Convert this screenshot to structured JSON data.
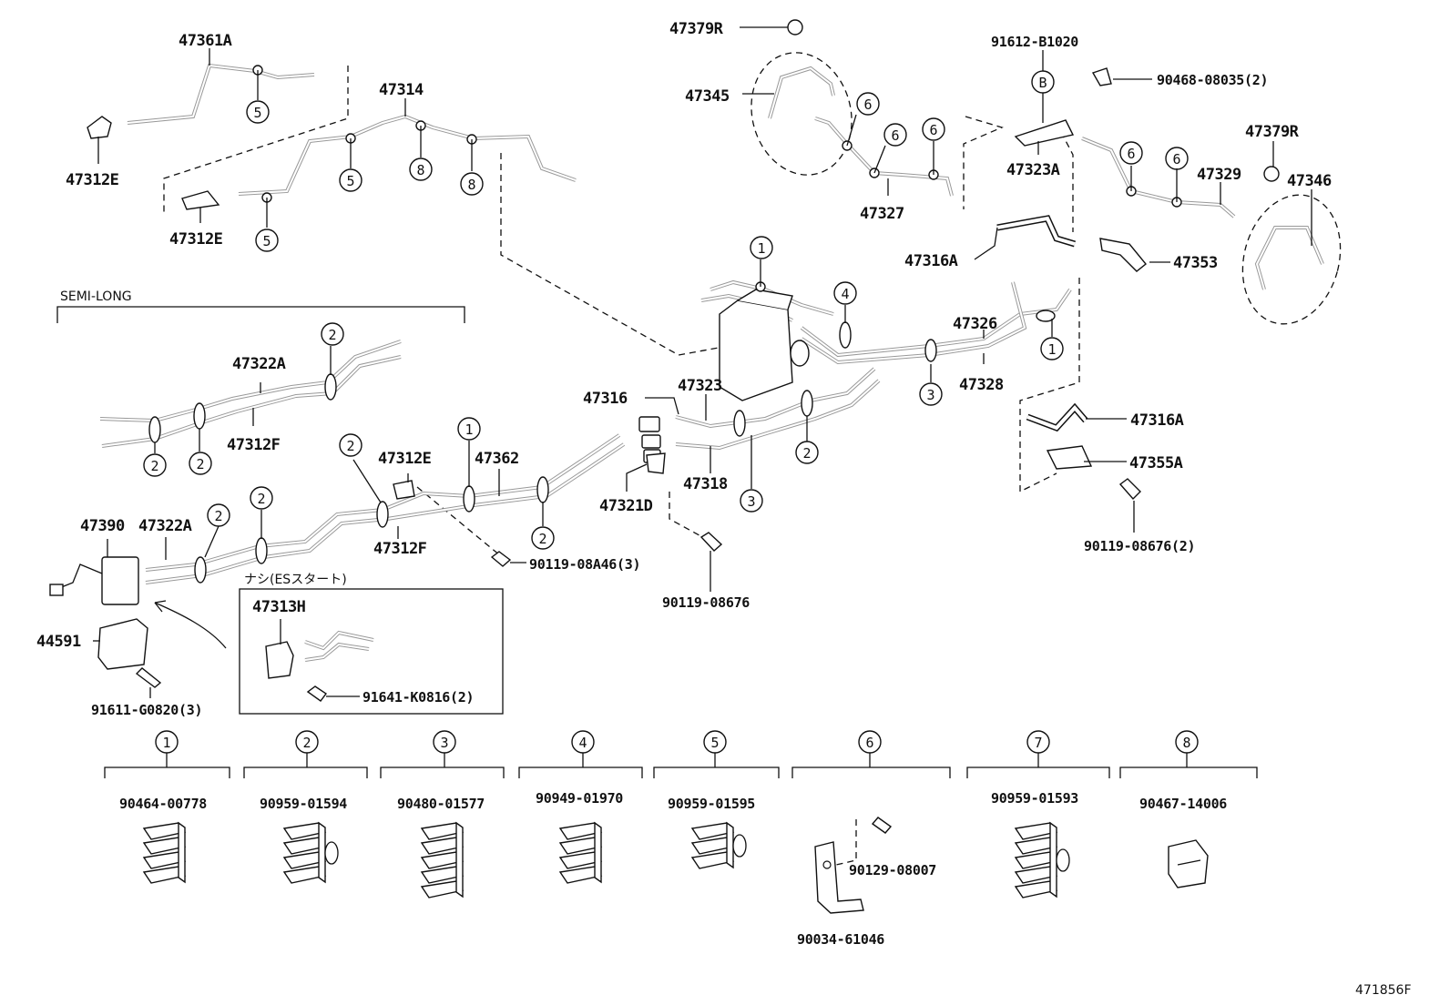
{
  "diagram_id": "471856F",
  "semi_long_label": "SEMI-LONG",
  "note_label": "ナシ(ESスタート)",
  "labels": [
    {
      "id": "l47361A",
      "text": "47361A"
    },
    {
      "id": "l47314",
      "text": "47314"
    },
    {
      "id": "l47312E_a",
      "text": "47312E"
    },
    {
      "id": "l47312E_b",
      "text": "47312E"
    },
    {
      "id": "l47379R_a",
      "text": "47379R"
    },
    {
      "id": "l47345",
      "text": "47345"
    },
    {
      "id": "l47327",
      "text": "47327"
    },
    {
      "id": "l91612",
      "text": "91612-B1020"
    },
    {
      "id": "l90468",
      "text": "90468-08035(2)"
    },
    {
      "id": "l47323A",
      "text": "47323A"
    },
    {
      "id": "l47379R_b",
      "text": "47379R"
    },
    {
      "id": "l47346",
      "text": "47346"
    },
    {
      "id": "l47329",
      "text": "47329"
    },
    {
      "id": "l47316A_a",
      "text": "47316A"
    },
    {
      "id": "l47353",
      "text": "47353"
    },
    {
      "id": "l47326",
      "text": "47326"
    },
    {
      "id": "l47328",
      "text": "47328"
    },
    {
      "id": "l47322A_a",
      "text": "47322A"
    },
    {
      "id": "l47312F_a",
      "text": "47312F"
    },
    {
      "id": "l47316",
      "text": "47316"
    },
    {
      "id": "l47323",
      "text": "47323"
    },
    {
      "id": "l47316A_b",
      "text": "47316A"
    },
    {
      "id": "l47355A",
      "text": "47355A"
    },
    {
      "id": "l47312E_c",
      "text": "47312E"
    },
    {
      "id": "l47362",
      "text": "47362"
    },
    {
      "id": "l47318",
      "text": "47318"
    },
    {
      "id": "l47321D",
      "text": "47321D"
    },
    {
      "id": "l90119_2",
      "text": "90119-08676(2)"
    },
    {
      "id": "l47390",
      "text": "47390"
    },
    {
      "id": "l47322A_b",
      "text": "47322A"
    },
    {
      "id": "l47312F_b",
      "text": "47312F"
    },
    {
      "id": "l90119_A46",
      "text": "90119-08A46(3)"
    },
    {
      "id": "l90119",
      "text": "90119-08676"
    },
    {
      "id": "l47313H",
      "text": "47313H"
    },
    {
      "id": "l44591",
      "text": "44591"
    },
    {
      "id": "l91641",
      "text": "91641-K0816(2)"
    },
    {
      "id": "l91611",
      "text": "91611-G0820(3)"
    }
  ],
  "circle_refs": [
    "5",
    "5",
    "5",
    "8",
    "8",
    "6",
    "6",
    "6",
    "6",
    "6",
    "B",
    "1",
    "4",
    "1",
    "2",
    "2",
    "2",
    "1",
    "2",
    "2",
    "2",
    "2",
    "2",
    "3",
    "3",
    "7"
  ],
  "clip_groups": [
    {
      "num": "1",
      "part": "90464-00778"
    },
    {
      "num": "2",
      "part": "90959-01594"
    },
    {
      "num": "3",
      "part": "90480-01577"
    },
    {
      "num": "4",
      "part": "90949-01970"
    },
    {
      "num": "5",
      "part": "90959-01595"
    },
    {
      "num": "6",
      "part": "90034-61046",
      "sub_part": "90129-08007"
    },
    {
      "num": "7",
      "part": "90959-01593"
    },
    {
      "num": "8",
      "part": "90467-14006"
    }
  ]
}
